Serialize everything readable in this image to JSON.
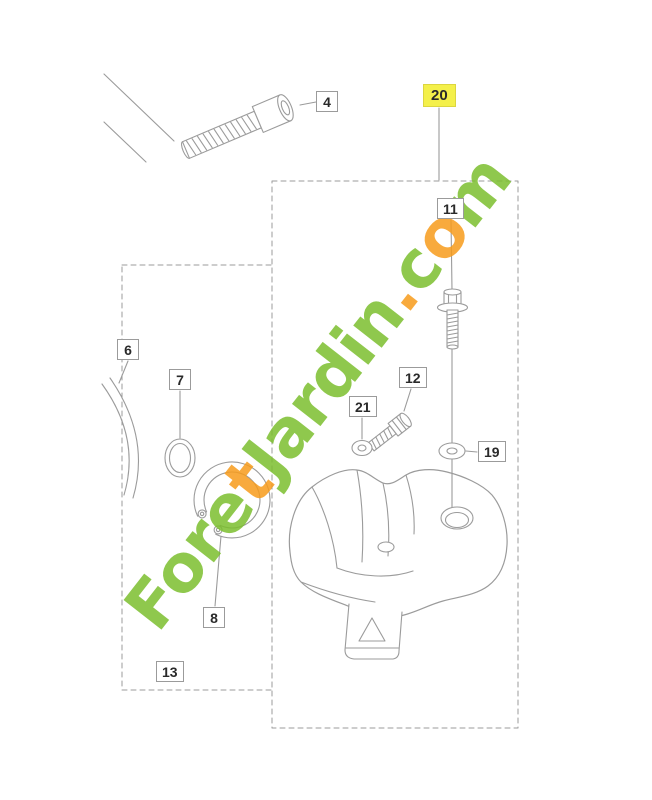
{
  "watermark": {
    "text": "ForetJardin.com",
    "segments": [
      {
        "text": "Fore",
        "color": "green"
      },
      {
        "text": "t",
        "color": "orange"
      },
      {
        "text": "Jardin",
        "color": "green"
      },
      {
        "text": ".",
        "color": "orange"
      },
      {
        "text": "c",
        "color": "green"
      },
      {
        "text": "o",
        "color": "orange"
      },
      {
        "text": "m",
        "color": "green"
      }
    ]
  },
  "diagram": {
    "labels": [
      {
        "id": "4",
        "highlighted": false
      },
      {
        "id": "20",
        "highlighted": true
      },
      {
        "id": "11",
        "highlighted": false
      },
      {
        "id": "6",
        "highlighted": false
      },
      {
        "id": "7",
        "highlighted": false
      },
      {
        "id": "12",
        "highlighted": false
      },
      {
        "id": "21",
        "highlighted": false
      },
      {
        "id": "19",
        "highlighted": false
      },
      {
        "id": "8",
        "highlighted": false
      },
      {
        "id": "13",
        "highlighted": false
      }
    ]
  },
  "colors": {
    "highlight-yellow": "#f4f04a",
    "watermark-green": "#7cbf2e",
    "watermark-orange": "#f79c1c",
    "line-gray": "#9b9b9b",
    "label-border": "#9b9b9b",
    "text-dark": "#2a2a2a"
  }
}
